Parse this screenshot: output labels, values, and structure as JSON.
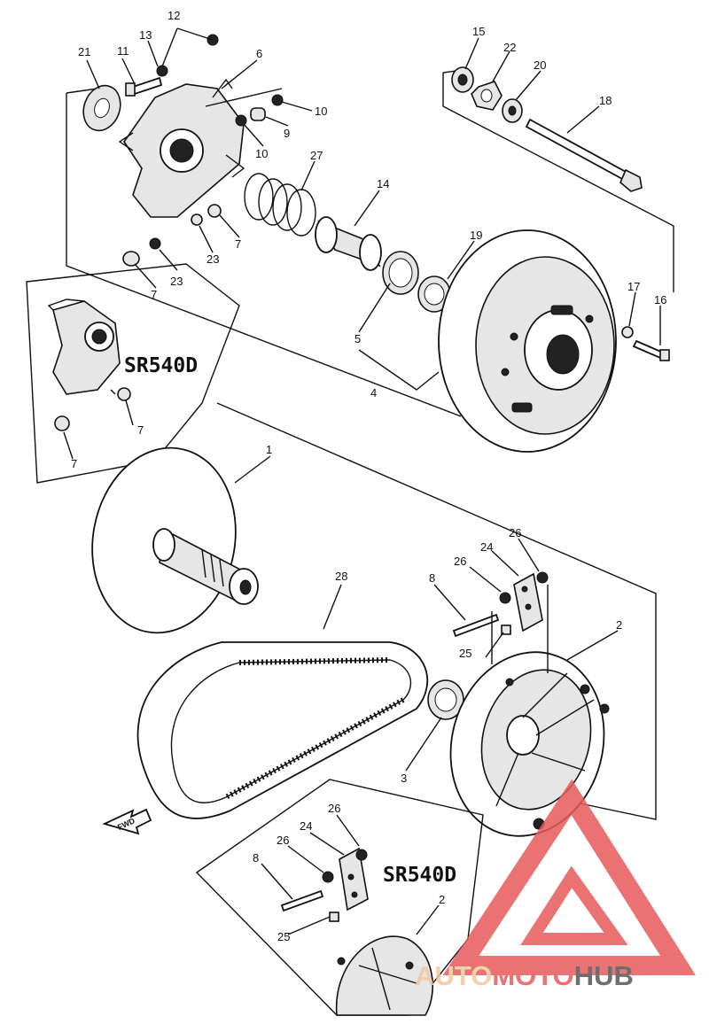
{
  "diagram": {
    "callouts": {
      "c1": "1",
      "c2a": "2",
      "c2b": "2",
      "c3": "3",
      "c4": "4",
      "c5": "5",
      "c6": "6",
      "c7a": "7",
      "c7b": "7",
      "c7c": "7",
      "c7d": "7",
      "c8a": "8",
      "c8b": "8",
      "c9": "9",
      "c10a": "10",
      "c10b": "10",
      "c11": "11",
      "c12": "12",
      "c13": "13",
      "c14": "14",
      "c15": "15",
      "c16": "16",
      "c17": "17",
      "c18": "18",
      "c19": "19",
      "c20": "20",
      "c21": "21",
      "c22": "22",
      "c23a": "23",
      "c23b": "23",
      "c24a": "24",
      "c24b": "24",
      "c25a": "25",
      "c25b": "25",
      "c26a": "26",
      "c26b": "26",
      "c26c": "26",
      "c26d": "26",
      "c27": "27",
      "c28": "28"
    },
    "variant_label_top": "SR540D",
    "variant_label_bottom": "SR540D",
    "direction_label": "FWD"
  },
  "watermark": {
    "part1": "AUTO",
    "part2": "MOTO",
    "part3": "HUB",
    "color_primary": "#e85a5a",
    "color_secondary": "#f2c8a0",
    "color_text_dark": "#555555"
  }
}
